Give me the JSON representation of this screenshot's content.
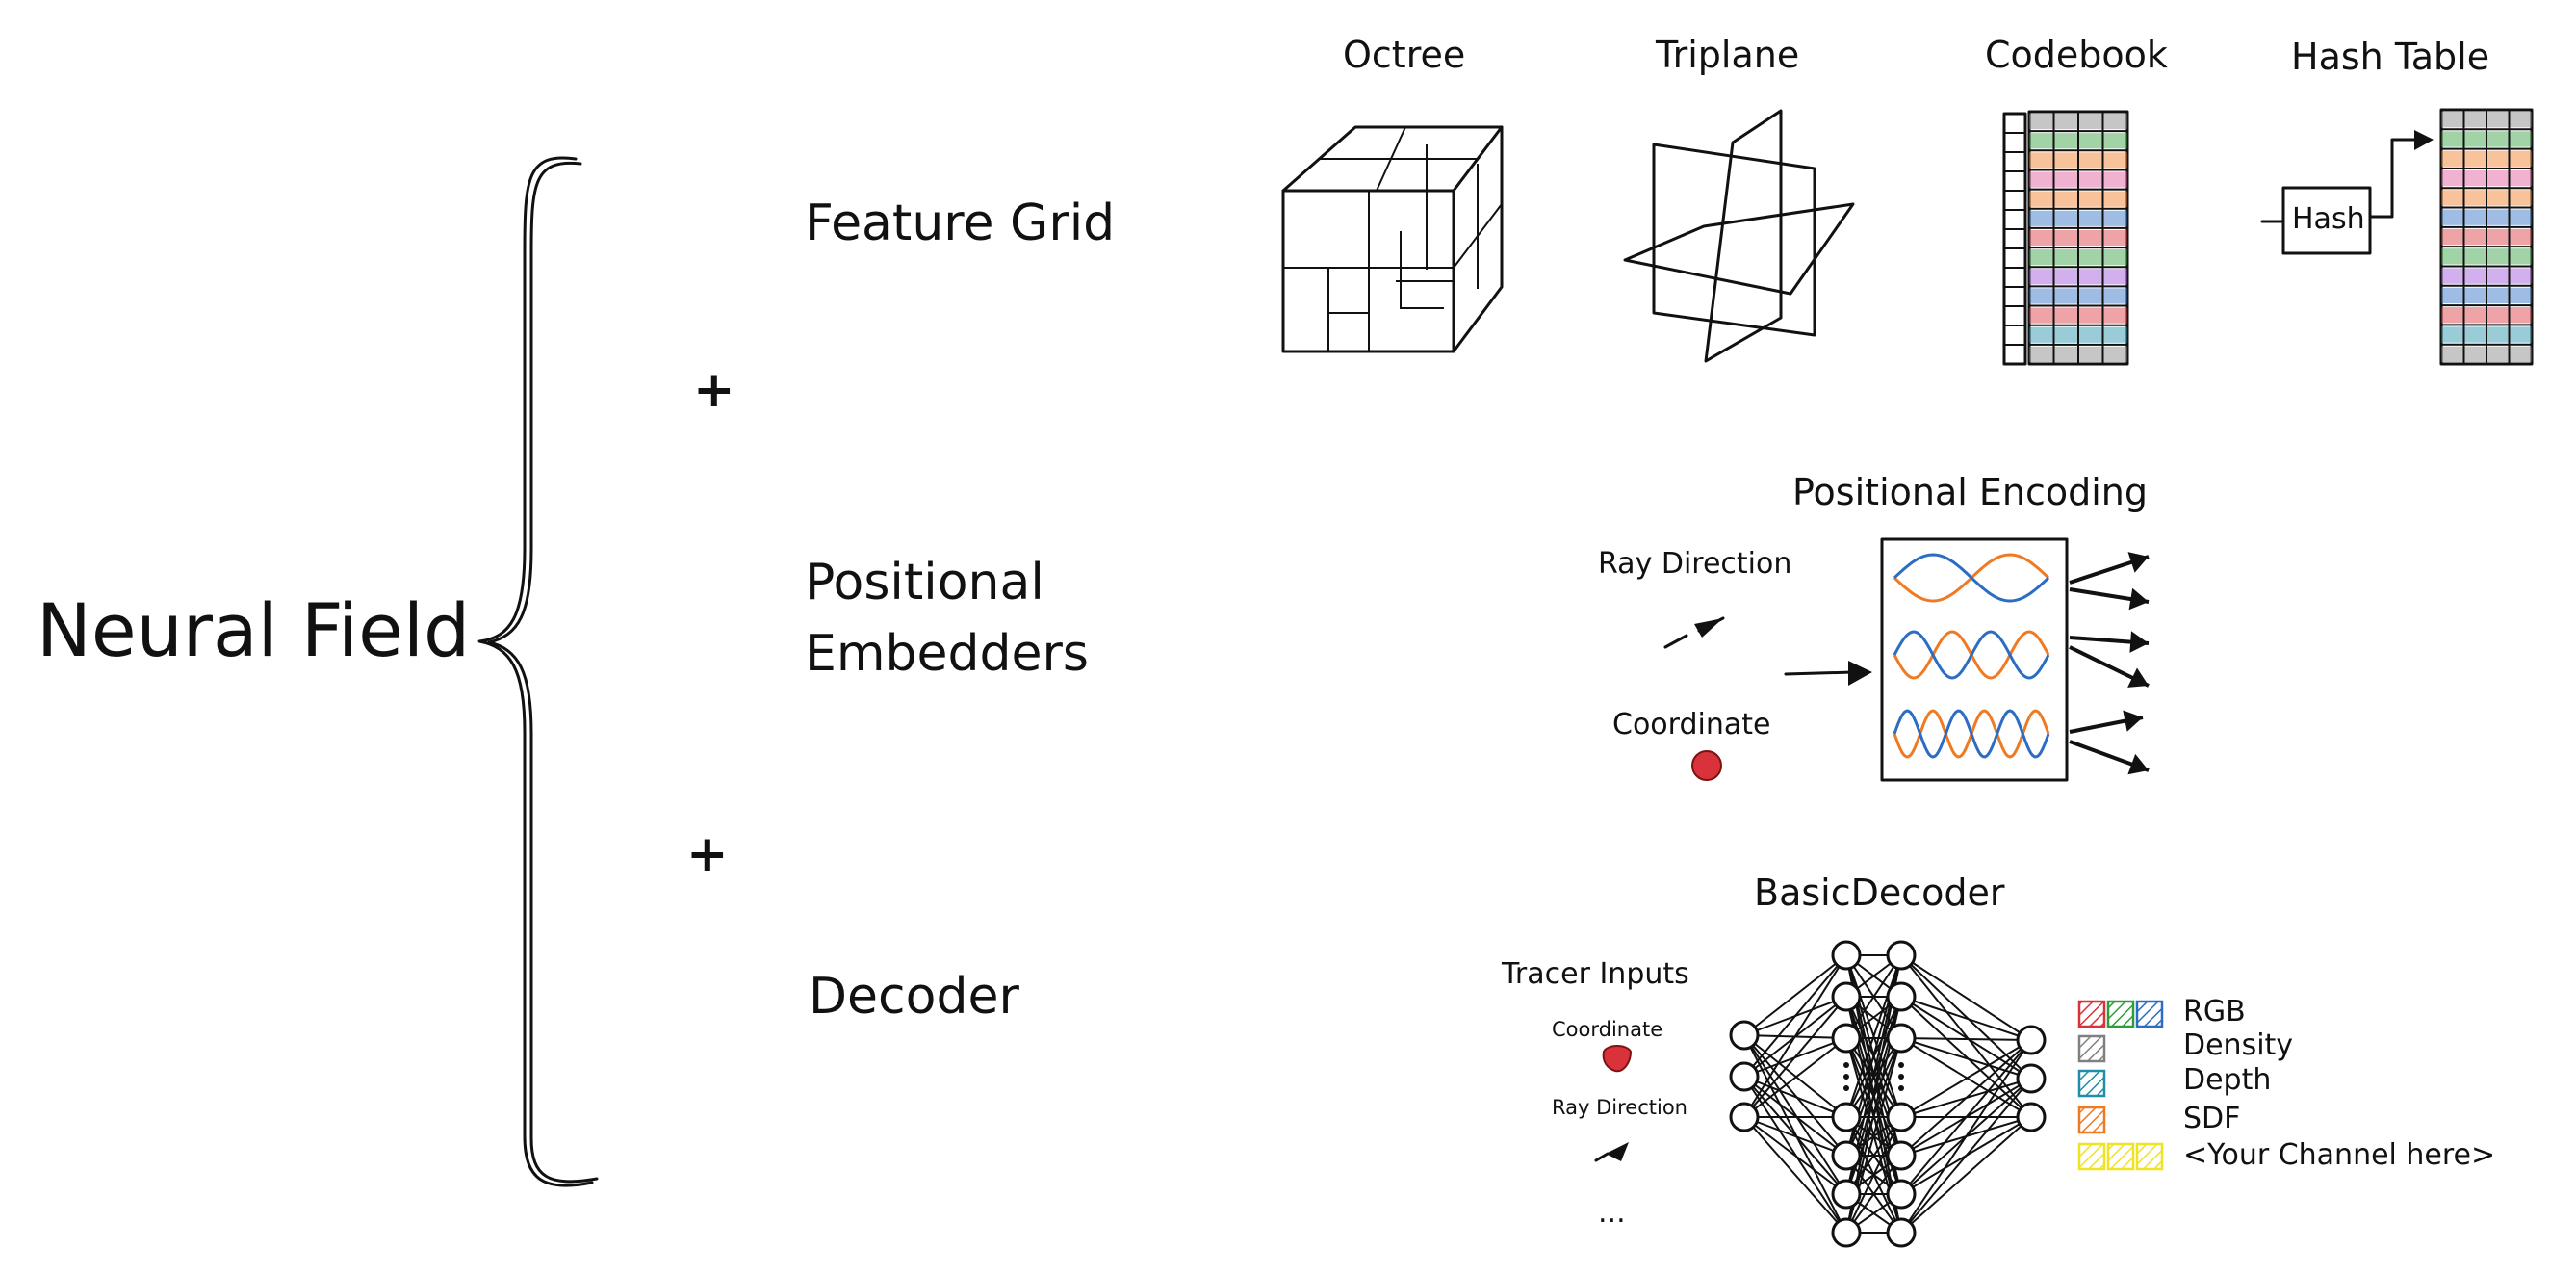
{
  "title": "Neural Field",
  "components": {
    "feature_grid": "Feature Grid",
    "positional_embedders": [
      "Positional",
      "Embedders"
    ],
    "decoder": "Decoder",
    "plus_sign": "+"
  },
  "grid_types": [
    "Octree",
    "Triplane",
    "Codebook",
    "Hash Table"
  ],
  "hash_box_label": "Hash",
  "positional_encoding": {
    "title": "Positional Encoding",
    "ray_direction": "Ray Direction",
    "coordinate": "Coordinate"
  },
  "decoder_panel": {
    "title": "BasicDecoder",
    "tracer_inputs": "Tracer Inputs",
    "inputs": [
      "Coordinate",
      "Ray Direction",
      "..."
    ],
    "outputs": [
      "RGB",
      "Density",
      "Depth",
      "SDF",
      "<Your Channel here>"
    ]
  },
  "colors": {
    "red": "#d9323a",
    "green": "#2e9e3c",
    "blue": "#2b6cc4",
    "gray": "#808080",
    "teal": "#1f8ea8",
    "orange": "#ef7a22",
    "yellow": "#efe323",
    "pink": "#e0559b",
    "purple": "#9b4fd6"
  }
}
